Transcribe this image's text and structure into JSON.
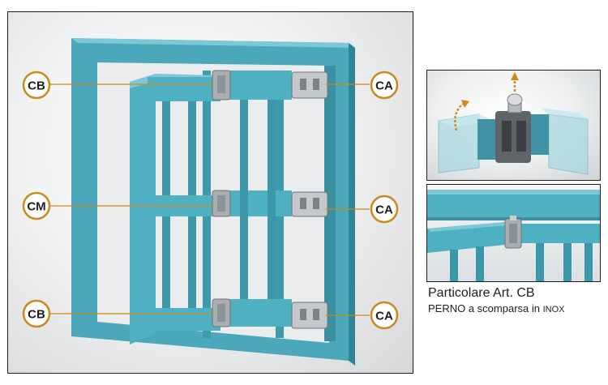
{
  "callouts": {
    "cb_top": "CB",
    "ca_top": "CA",
    "cm_mid": "CM",
    "ca_mid": "CA",
    "cb_bottom": "CB",
    "ca_bottom": "CA"
  },
  "caption": {
    "title": "Particolare Art. CB",
    "subtitle_main": "PERNO a scomparsa in ",
    "subtitle_material": "INOX"
  },
  "colors": {
    "frame": "#4fb0c2",
    "frame_dark": "#3a8fa1",
    "hinge_metal": "#b9bec2",
    "callout_ring": "#c98a1e"
  }
}
